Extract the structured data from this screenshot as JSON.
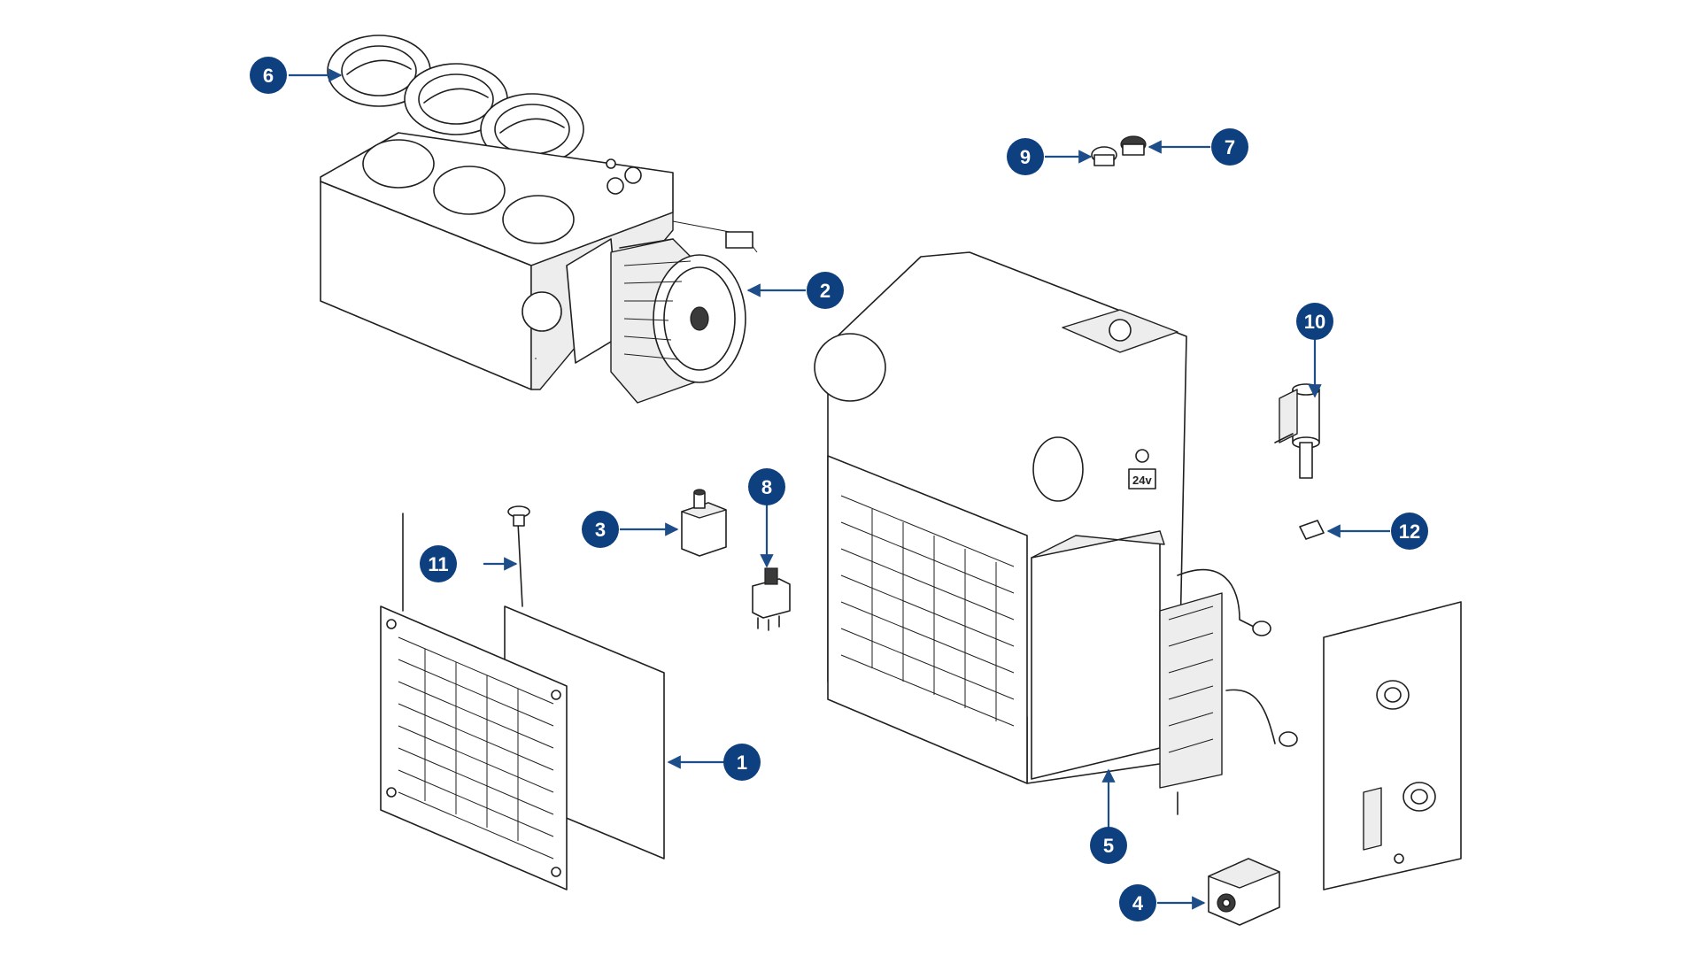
{
  "diagram": {
    "badge_color": "#0e3f7e",
    "line_color": "#1d4e89",
    "parts": [
      {
        "id": "1",
        "label": "1"
      },
      {
        "id": "2",
        "label": "2"
      },
      {
        "id": "3",
        "label": "3"
      },
      {
        "id": "4",
        "label": "4"
      },
      {
        "id": "5",
        "label": "5"
      },
      {
        "id": "6",
        "label": "6"
      },
      {
        "id": "7",
        "label": "7"
      },
      {
        "id": "8",
        "label": "8"
      },
      {
        "id": "9",
        "label": "9"
      },
      {
        "id": "10",
        "label": "10"
      },
      {
        "id": "11",
        "label": "11"
      },
      {
        "id": "12",
        "label": "12"
      }
    ],
    "voltage_marking": "24v"
  }
}
